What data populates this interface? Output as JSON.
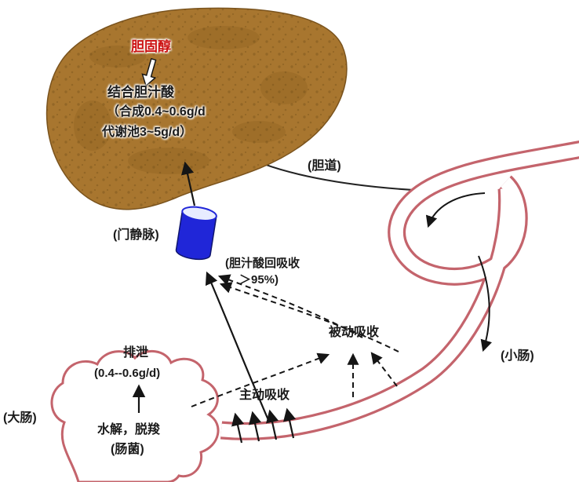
{
  "labels": {
    "cholesterol": "胆固醇",
    "conjugated_bile_acid": "结合胆汁酸",
    "synthesis": "（合成0.4~0.6g/d",
    "metabolic_pool": "代谢池3~5g/d）",
    "bile_duct": "(胆道)",
    "portal_vein": "(门静脉)",
    "reabsorption_line1": "(胆汁酸回吸收",
    "reabsorption_line2": "＞95%)",
    "passive_absorption": "被动吸收",
    "active_absorption": "主动吸收",
    "small_intestine": "(小肠)",
    "excretion": "排泄",
    "excretion_rate": "(0.4--0.6g/d)",
    "large_intestine": "(大肠)",
    "hydrolysis": "水解，脱羧",
    "gut_bacteria": "(肠菌)"
  },
  "colors": {
    "background": "#ffffff",
    "liver": "#a8762f",
    "liver_dark": "#7c5318",
    "intestine": "#c4646c",
    "portal_vein_blue": "#2026d8",
    "portal_vein_top": "#e8ecff",
    "line": "#151515",
    "highlight_red": "#cc1111"
  }
}
